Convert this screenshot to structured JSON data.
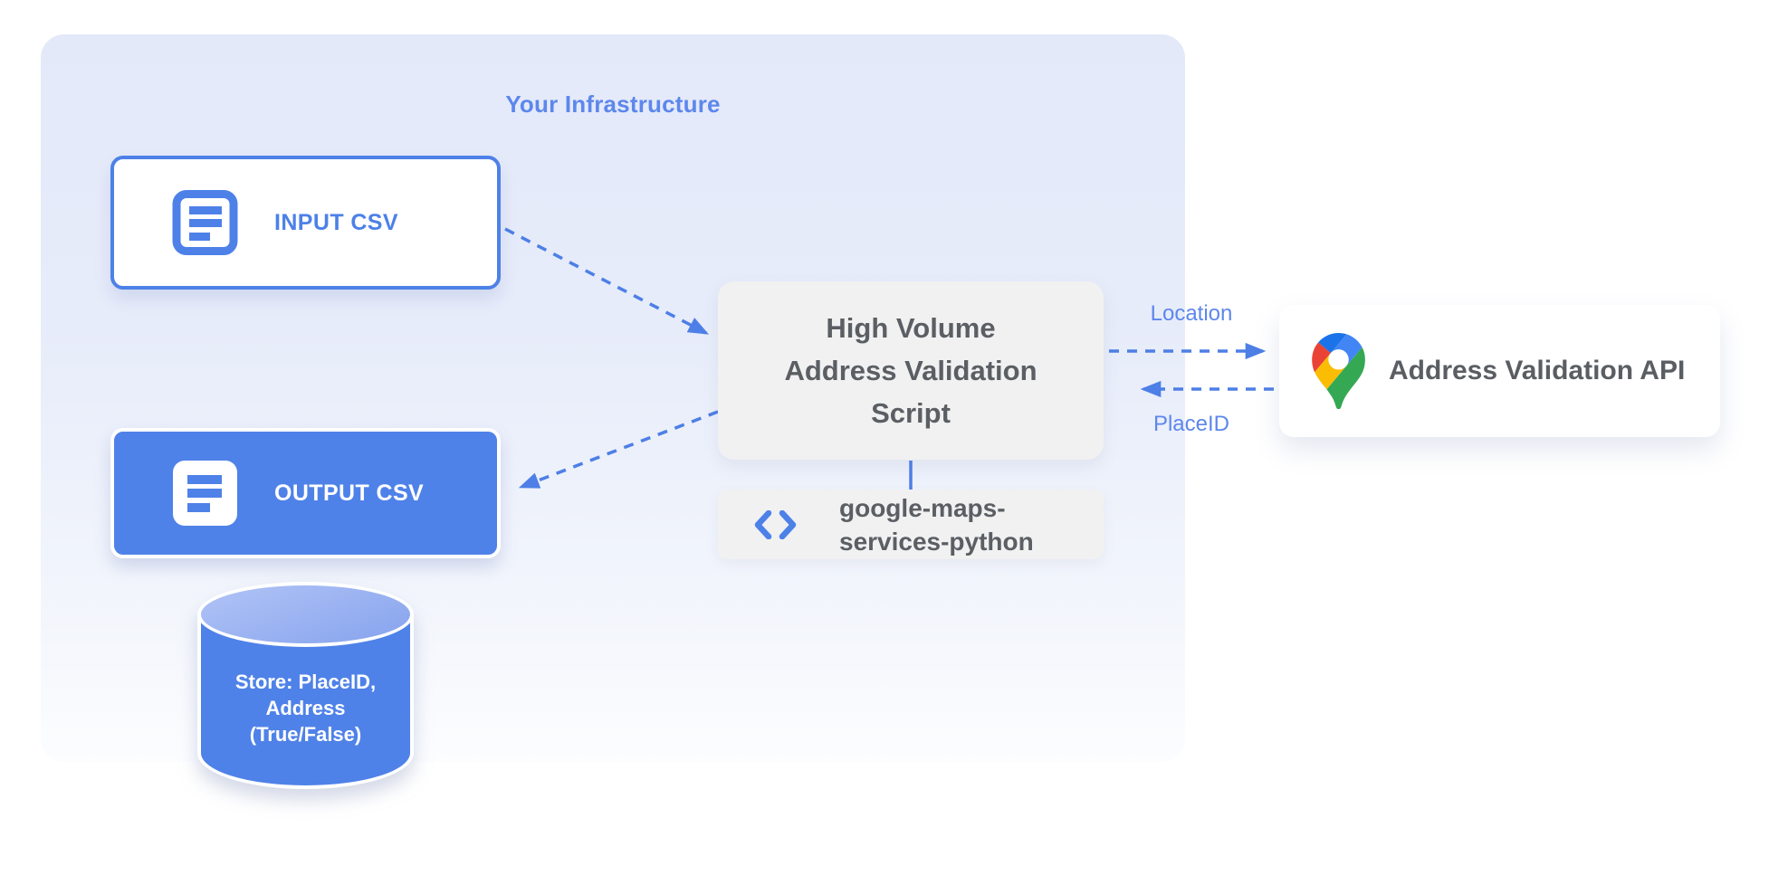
{
  "infrastructure": {
    "title": "Your Infrastructure"
  },
  "nodes": {
    "input_csv": {
      "label": "INPUT CSV",
      "icon": "document-outline-icon"
    },
    "output_csv": {
      "label": "OUTPUT CSV",
      "icon": "document-filled-icon"
    },
    "script": {
      "line1": "High Volume",
      "line2": "Address Validation",
      "line3": "Script"
    },
    "library": {
      "line1": "google-maps-",
      "line2": "services-python",
      "icon": "code-icon"
    },
    "api": {
      "label": "Address Validation API",
      "icon": "google-maps-pin-icon"
    },
    "datastore": {
      "line1": "Store: PlaceID,",
      "line2": "Address",
      "line3": "(True/False)",
      "shape": "database-cylinder"
    }
  },
  "edges": {
    "location_label": "Location",
    "placeid_label": "PlaceID"
  },
  "colors": {
    "primary_blue": "#4d81e8",
    "node_blue_fill": "#4f82e8",
    "label_blue": "#5d87ec",
    "text_gray": "#5b5f64",
    "node_gray_bg": "#f1f1f2",
    "infra_bg_top": "#e3e9f9",
    "infra_bg_bottom": "#fcfdff",
    "cylinder_top_light": "#abbff5",
    "google_red": "#ea4335",
    "google_blue_dark": "#1a73e8",
    "google_blue": "#4285f4",
    "google_yellow": "#fbbc04",
    "google_green": "#34a853"
  }
}
